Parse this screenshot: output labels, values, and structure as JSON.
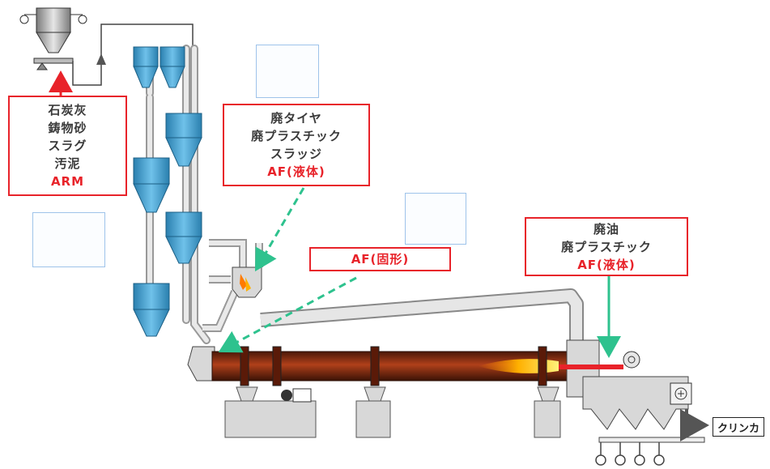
{
  "raw_materials": {
    "lines": [
      "石炭灰",
      "鋳物砂",
      "スラグ",
      "汚泥"
    ],
    "highlight": "ARM"
  },
  "preheater_inputs": {
    "lines": [
      "廃タイヤ",
      "廃プラスチック",
      "スラッジ"
    ],
    "highlight": "AF(液体)"
  },
  "solid_fuel": {
    "highlight": "AF(固形)"
  },
  "burner_inputs": {
    "lines": [
      "廃油",
      "廃プラスチック"
    ],
    "highlight": "AF(液体)"
  },
  "output": {
    "label": "クリンカ"
  },
  "colors": {
    "label_border": "#e8232a",
    "highlight_text": "#e8232a",
    "body_text": "#3a3a3a",
    "feed_arrow": "#e8232a",
    "fuel_arrow": "#2ec28e",
    "cyclone": "#3d9fd0",
    "duct": "#d9d9d9",
    "kiln": "#8a2a12",
    "flame": "#ffb000",
    "sample_border": "#9ec3ea"
  }
}
